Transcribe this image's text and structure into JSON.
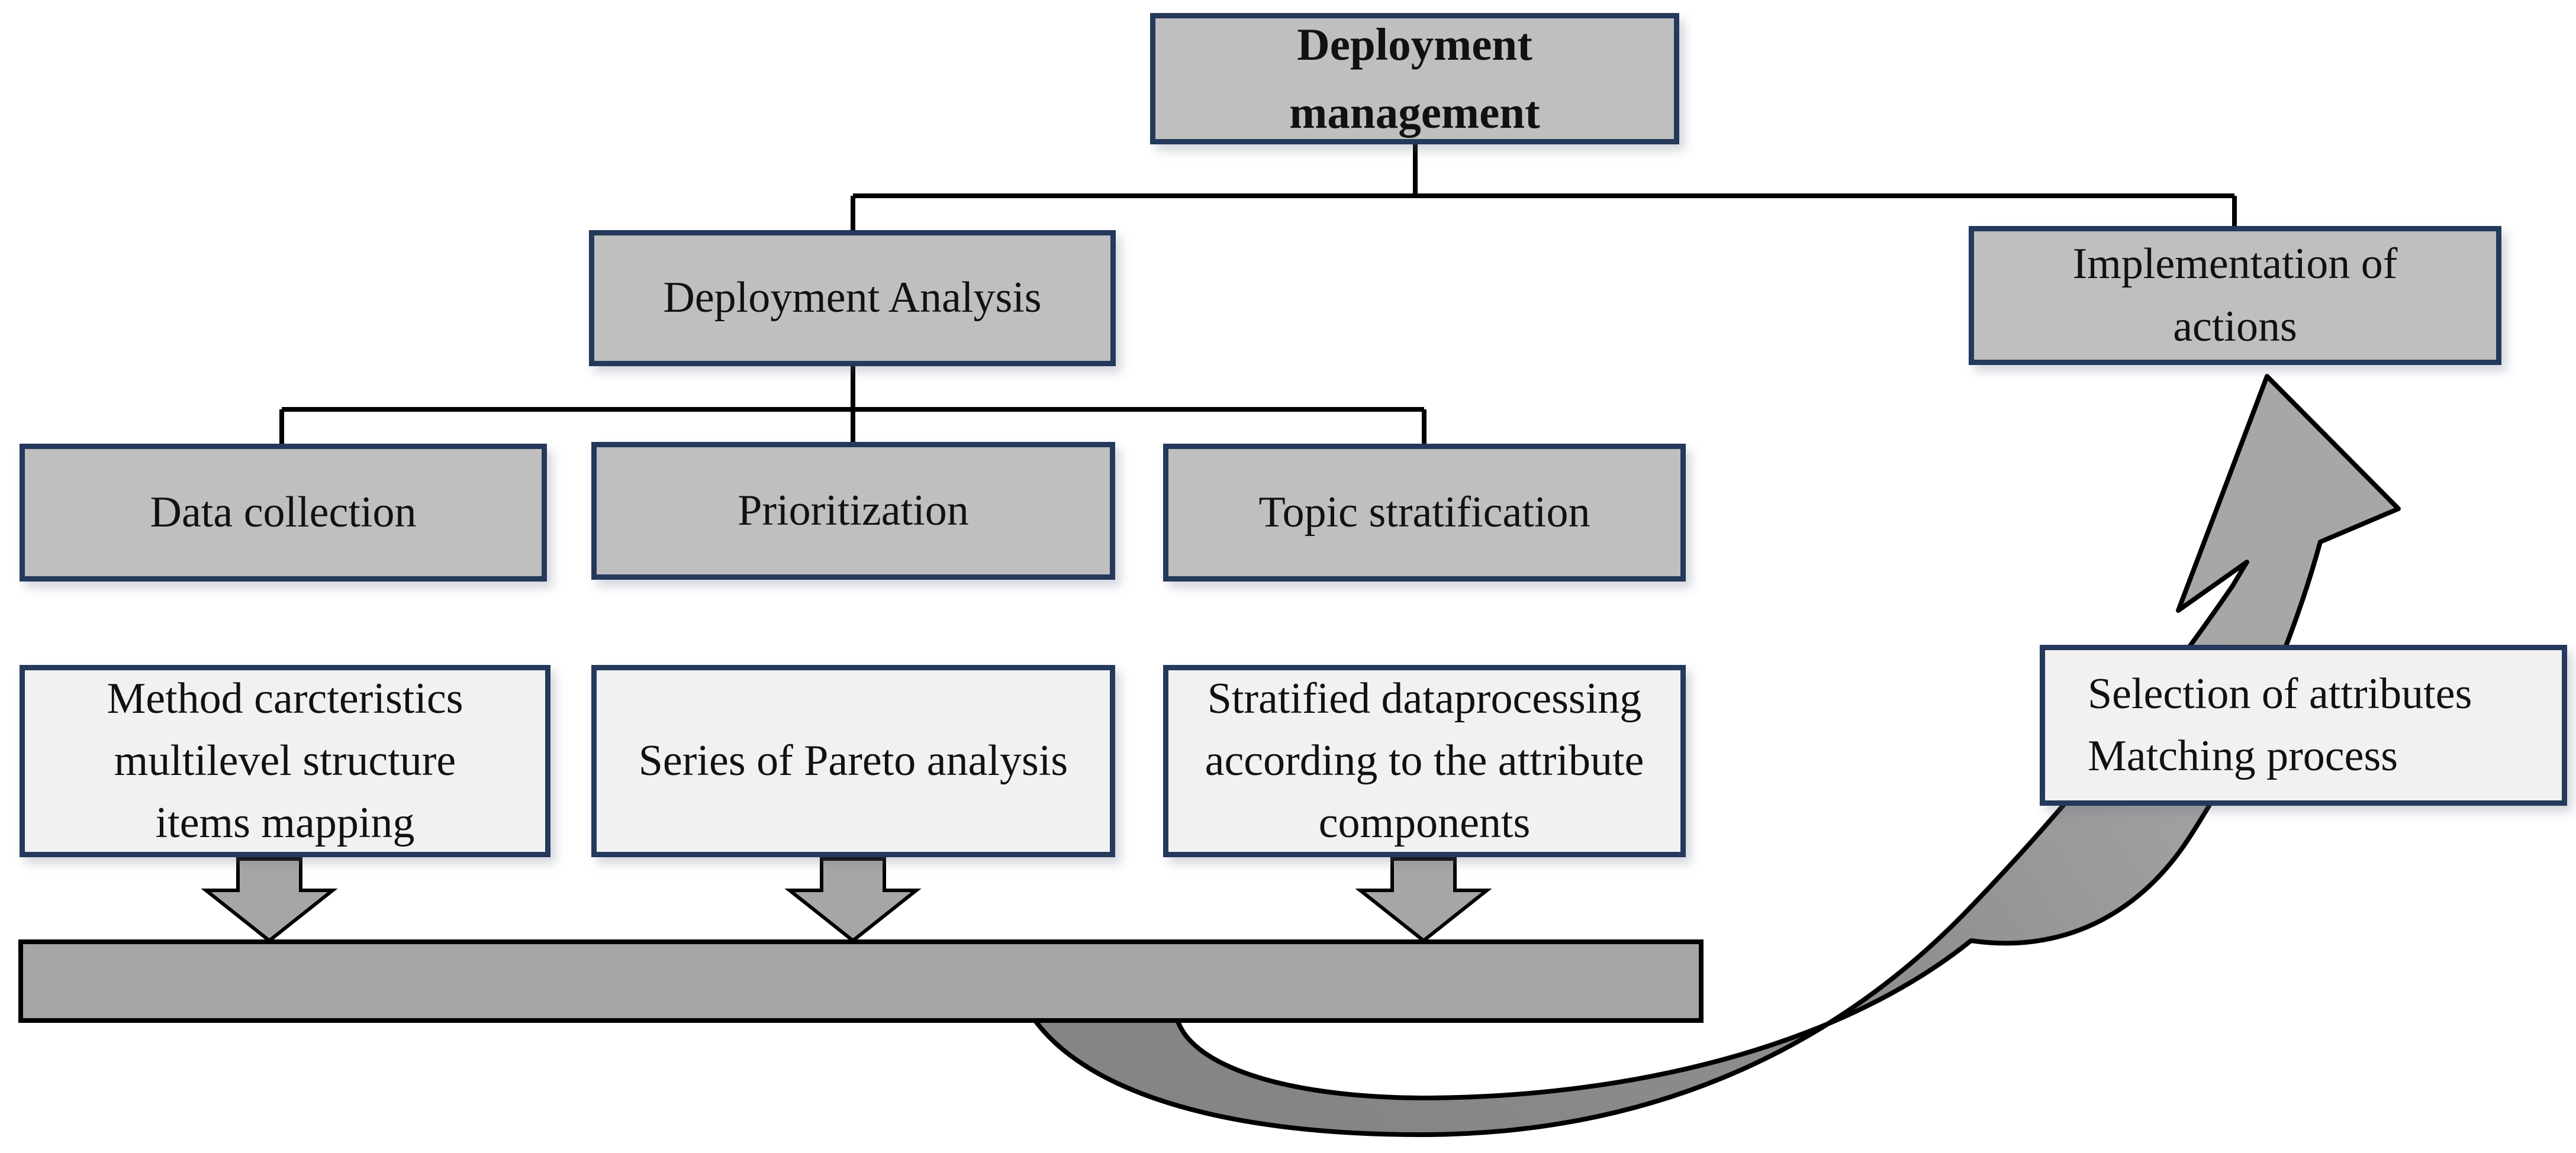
{
  "diagram_title": "Deployment management flow diagram",
  "nodes": {
    "deployment_management": {
      "label": "Deployment\nmanagement"
    },
    "deployment_analysis": {
      "label": "Deployment Analysis"
    },
    "implementation": {
      "label": "Implementation of\nactions"
    },
    "data_collection": {
      "label": "Data collection"
    },
    "prioritization": {
      "label": "Prioritization"
    },
    "topic_stratification": {
      "label": "Topic stratification"
    },
    "method_characteristics": {
      "label": "Method carcteristics\nmultilevel structure\nitems mapping"
    },
    "pareto": {
      "label": "Series of Pareto analysis"
    },
    "stratified": {
      "label": "Stratified dataprocessing\naccording to the attribute\ncomponents"
    },
    "selection": {
      "label": "Selection of attributes\nMatching process"
    }
  },
  "shapes": {
    "process_bar": "aggregation bar",
    "down_arrows": [
      "from method-characteristics",
      "from pareto",
      "from stratified"
    ],
    "curved_arrow": "from process bar up to implementation of actions"
  },
  "colors": {
    "box_fill": "#bfbfbf",
    "panel_fill": "#f1f1f2",
    "border": "#24395b",
    "bar_fill": "#a6a6a6",
    "ribbon_dark": "#858585",
    "ribbon_light": "#a7a7a7",
    "connector_line": "#000000",
    "text": "#111111"
  }
}
